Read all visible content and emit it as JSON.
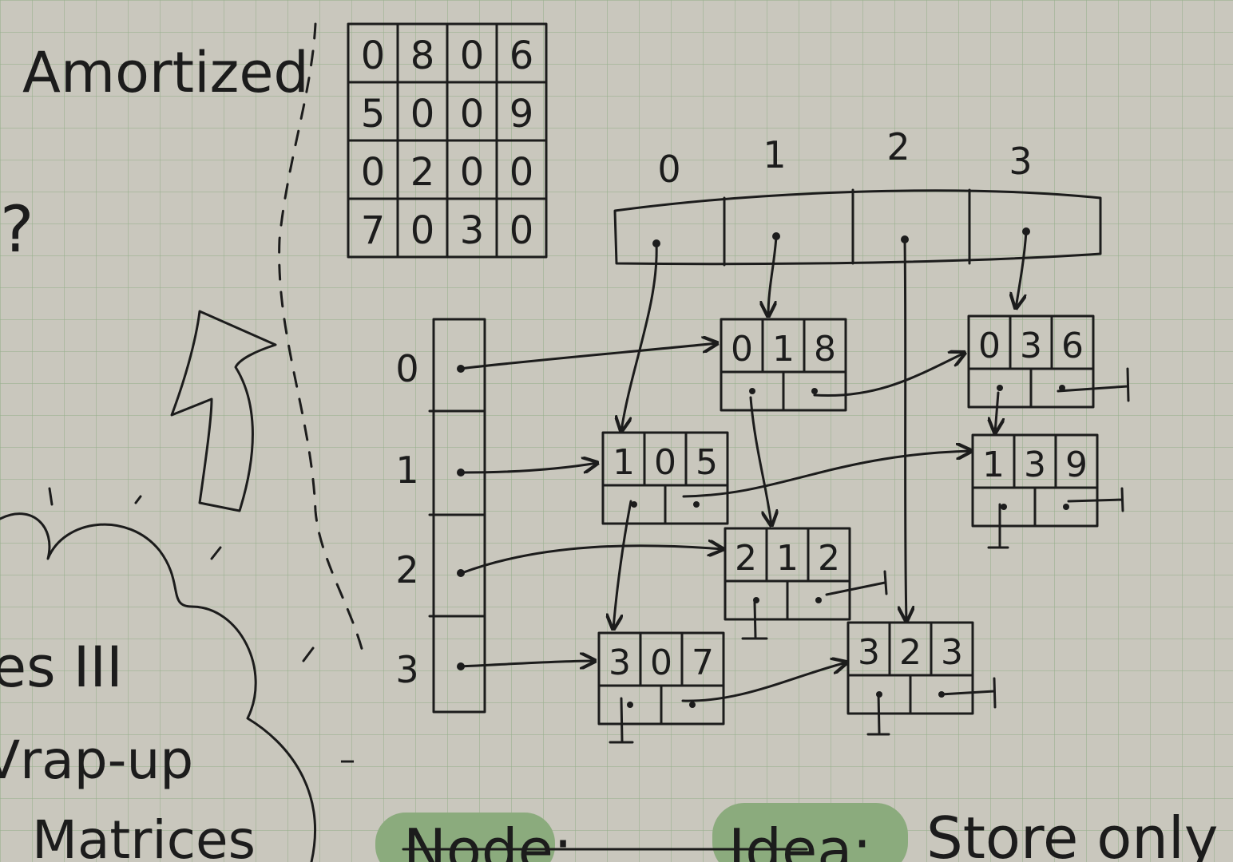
{
  "title": "Amortized",
  "question_mark": "?",
  "left_texts": [
    "es III",
    "Vrap-up",
    "Matrices"
  ],
  "dash": "–",
  "matrix": [
    [
      "0",
      "8",
      "0",
      "6"
    ],
    [
      "5",
      "0",
      "0",
      "9"
    ],
    [
      "0",
      "2",
      "0",
      "0"
    ],
    [
      "7",
      "0",
      "3",
      "0"
    ]
  ],
  "col_labels": [
    "0",
    "1",
    "2",
    "3"
  ],
  "row_labels": [
    "0",
    "1",
    "2",
    "3"
  ],
  "nodes": [
    {
      "id": "n018",
      "vals": [
        "0",
        "1",
        "8"
      ]
    },
    {
      "id": "n036",
      "vals": [
        "0",
        "3",
        "6"
      ]
    },
    {
      "id": "n105",
      "vals": [
        "1",
        "0",
        "5"
      ]
    },
    {
      "id": "n139",
      "vals": [
        "1",
        "3",
        "9"
      ]
    },
    {
      "id": "n212",
      "vals": [
        "2",
        "1",
        "2"
      ]
    },
    {
      "id": "n307",
      "vals": [
        "3",
        "0",
        "7"
      ]
    },
    {
      "id": "n323",
      "vals": [
        "3",
        "2",
        "3"
      ]
    }
  ],
  "bottom": {
    "node_label": "Node:",
    "idea_label": "Idea:",
    "idea_text": "Store only"
  }
}
